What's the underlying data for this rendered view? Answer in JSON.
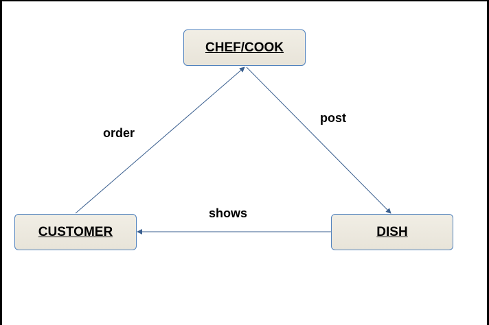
{
  "nodes": {
    "chef": "CHEF/COOK",
    "customer": "CUSTOMER",
    "dish": "DISH"
  },
  "edges": {
    "order": "order",
    "post": "post",
    "shows": "shows"
  },
  "colors": {
    "node_fill": "#ebe7dd",
    "node_border": "#4f81bd",
    "edge": "#3a5f8f"
  }
}
